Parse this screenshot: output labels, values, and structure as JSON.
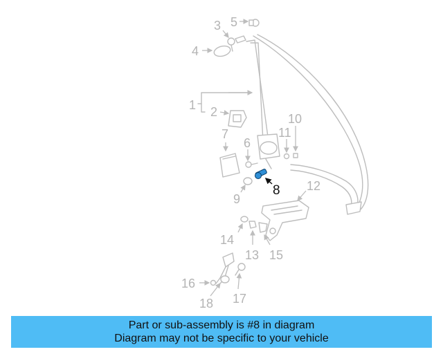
{
  "diagram": {
    "labels": {
      "l1": "1",
      "l2": "2",
      "l3": "3",
      "l4": "4",
      "l5": "5",
      "l6": "6",
      "l7": "7",
      "l8": "8",
      "l9": "9",
      "l10": "10",
      "l11": "11",
      "l12": "12",
      "l13": "13",
      "l14": "14",
      "l15": "15",
      "l16": "16",
      "l17": "17",
      "l18": "18"
    },
    "highlighted_part": "8",
    "highlight_color": "#2f8fd6",
    "line_color": "#bdbdbd"
  },
  "banner": {
    "line1": "Part or sub-assembly is #8 in diagram",
    "line2": "Diagram may not be specific to your vehicle",
    "background": "#4fbcf5"
  }
}
